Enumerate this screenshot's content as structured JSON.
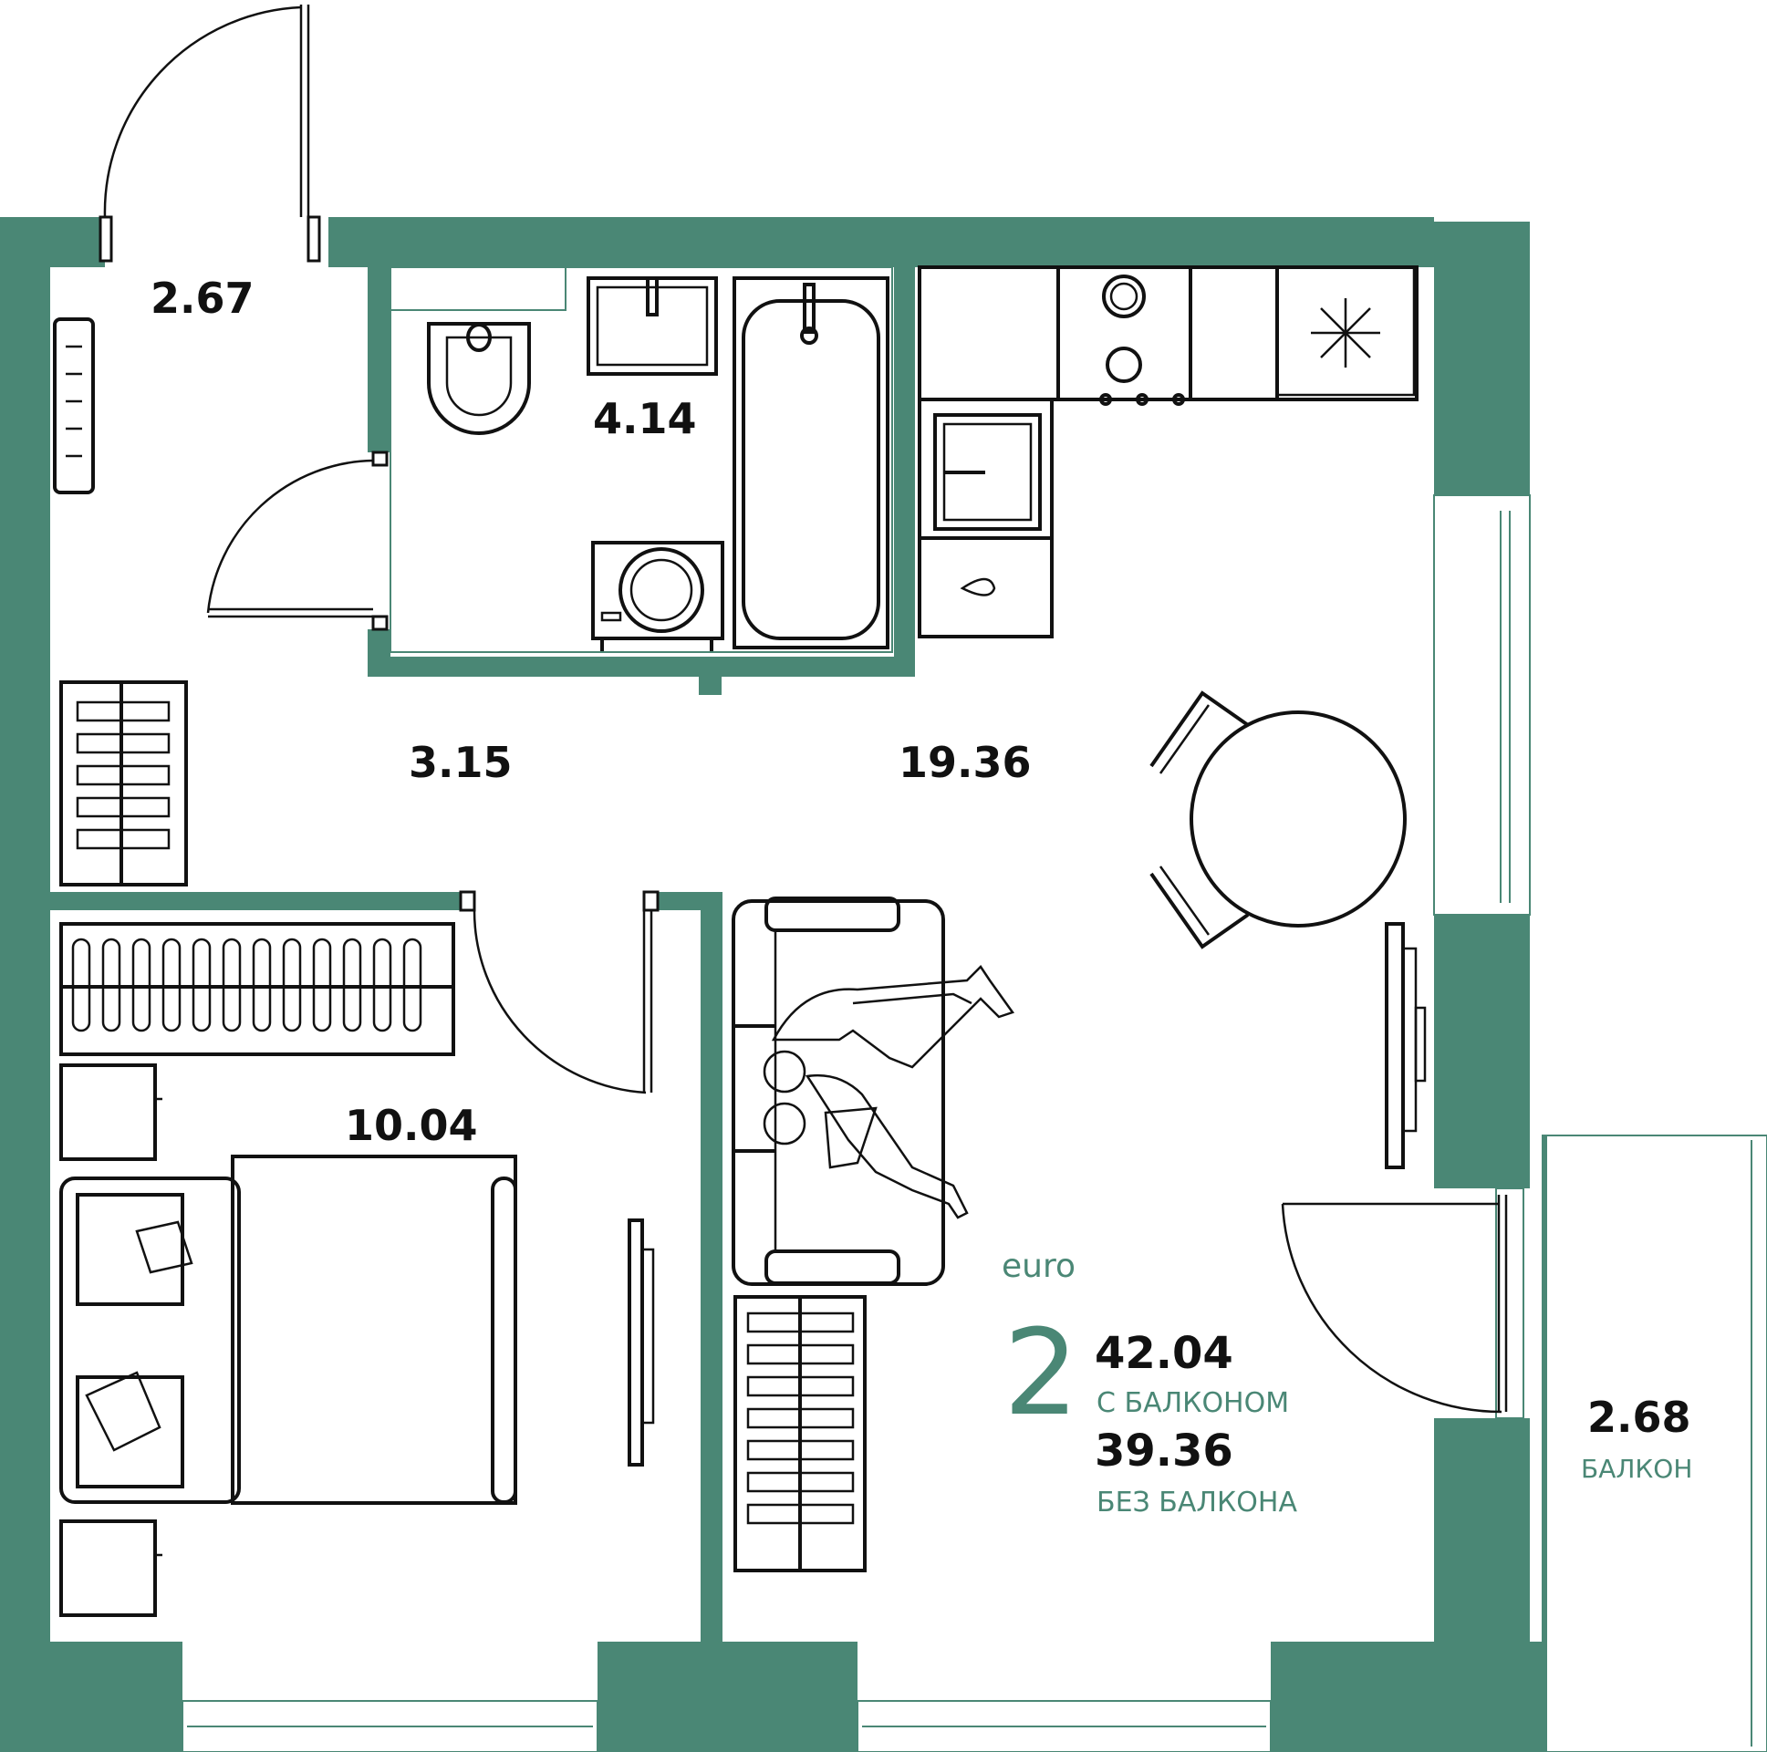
{
  "colors": {
    "wall": "#4a8775",
    "accent": "#4a8775",
    "line": "#111111",
    "background": "#ffffff"
  },
  "rooms": {
    "entrance_area": "2.67",
    "bathroom_area": "4.14",
    "hall_area": "3.15",
    "living_kitchen_area": "19.36",
    "bedroom_area": "10.04",
    "balcony_area": "2.68",
    "balcony_label": "БАЛКОН"
  },
  "summary": {
    "type_label": "euro",
    "rooms_count": "2",
    "total_with_balcony": "42.04",
    "with_balcony_label": "С БАЛКОНОМ",
    "total_without_balcony": "39.36",
    "without_balcony_label": "БЕЗ БАЛКОНА"
  },
  "icons": [
    "snowflake-icon",
    "stove-icon",
    "sink-icon",
    "toilet-icon",
    "bathtub-icon",
    "washing-machine-icon",
    "bed-icon",
    "sofa-icon",
    "table-icon",
    "wardrobe-icon",
    "radiator-icon",
    "tv-icon"
  ]
}
